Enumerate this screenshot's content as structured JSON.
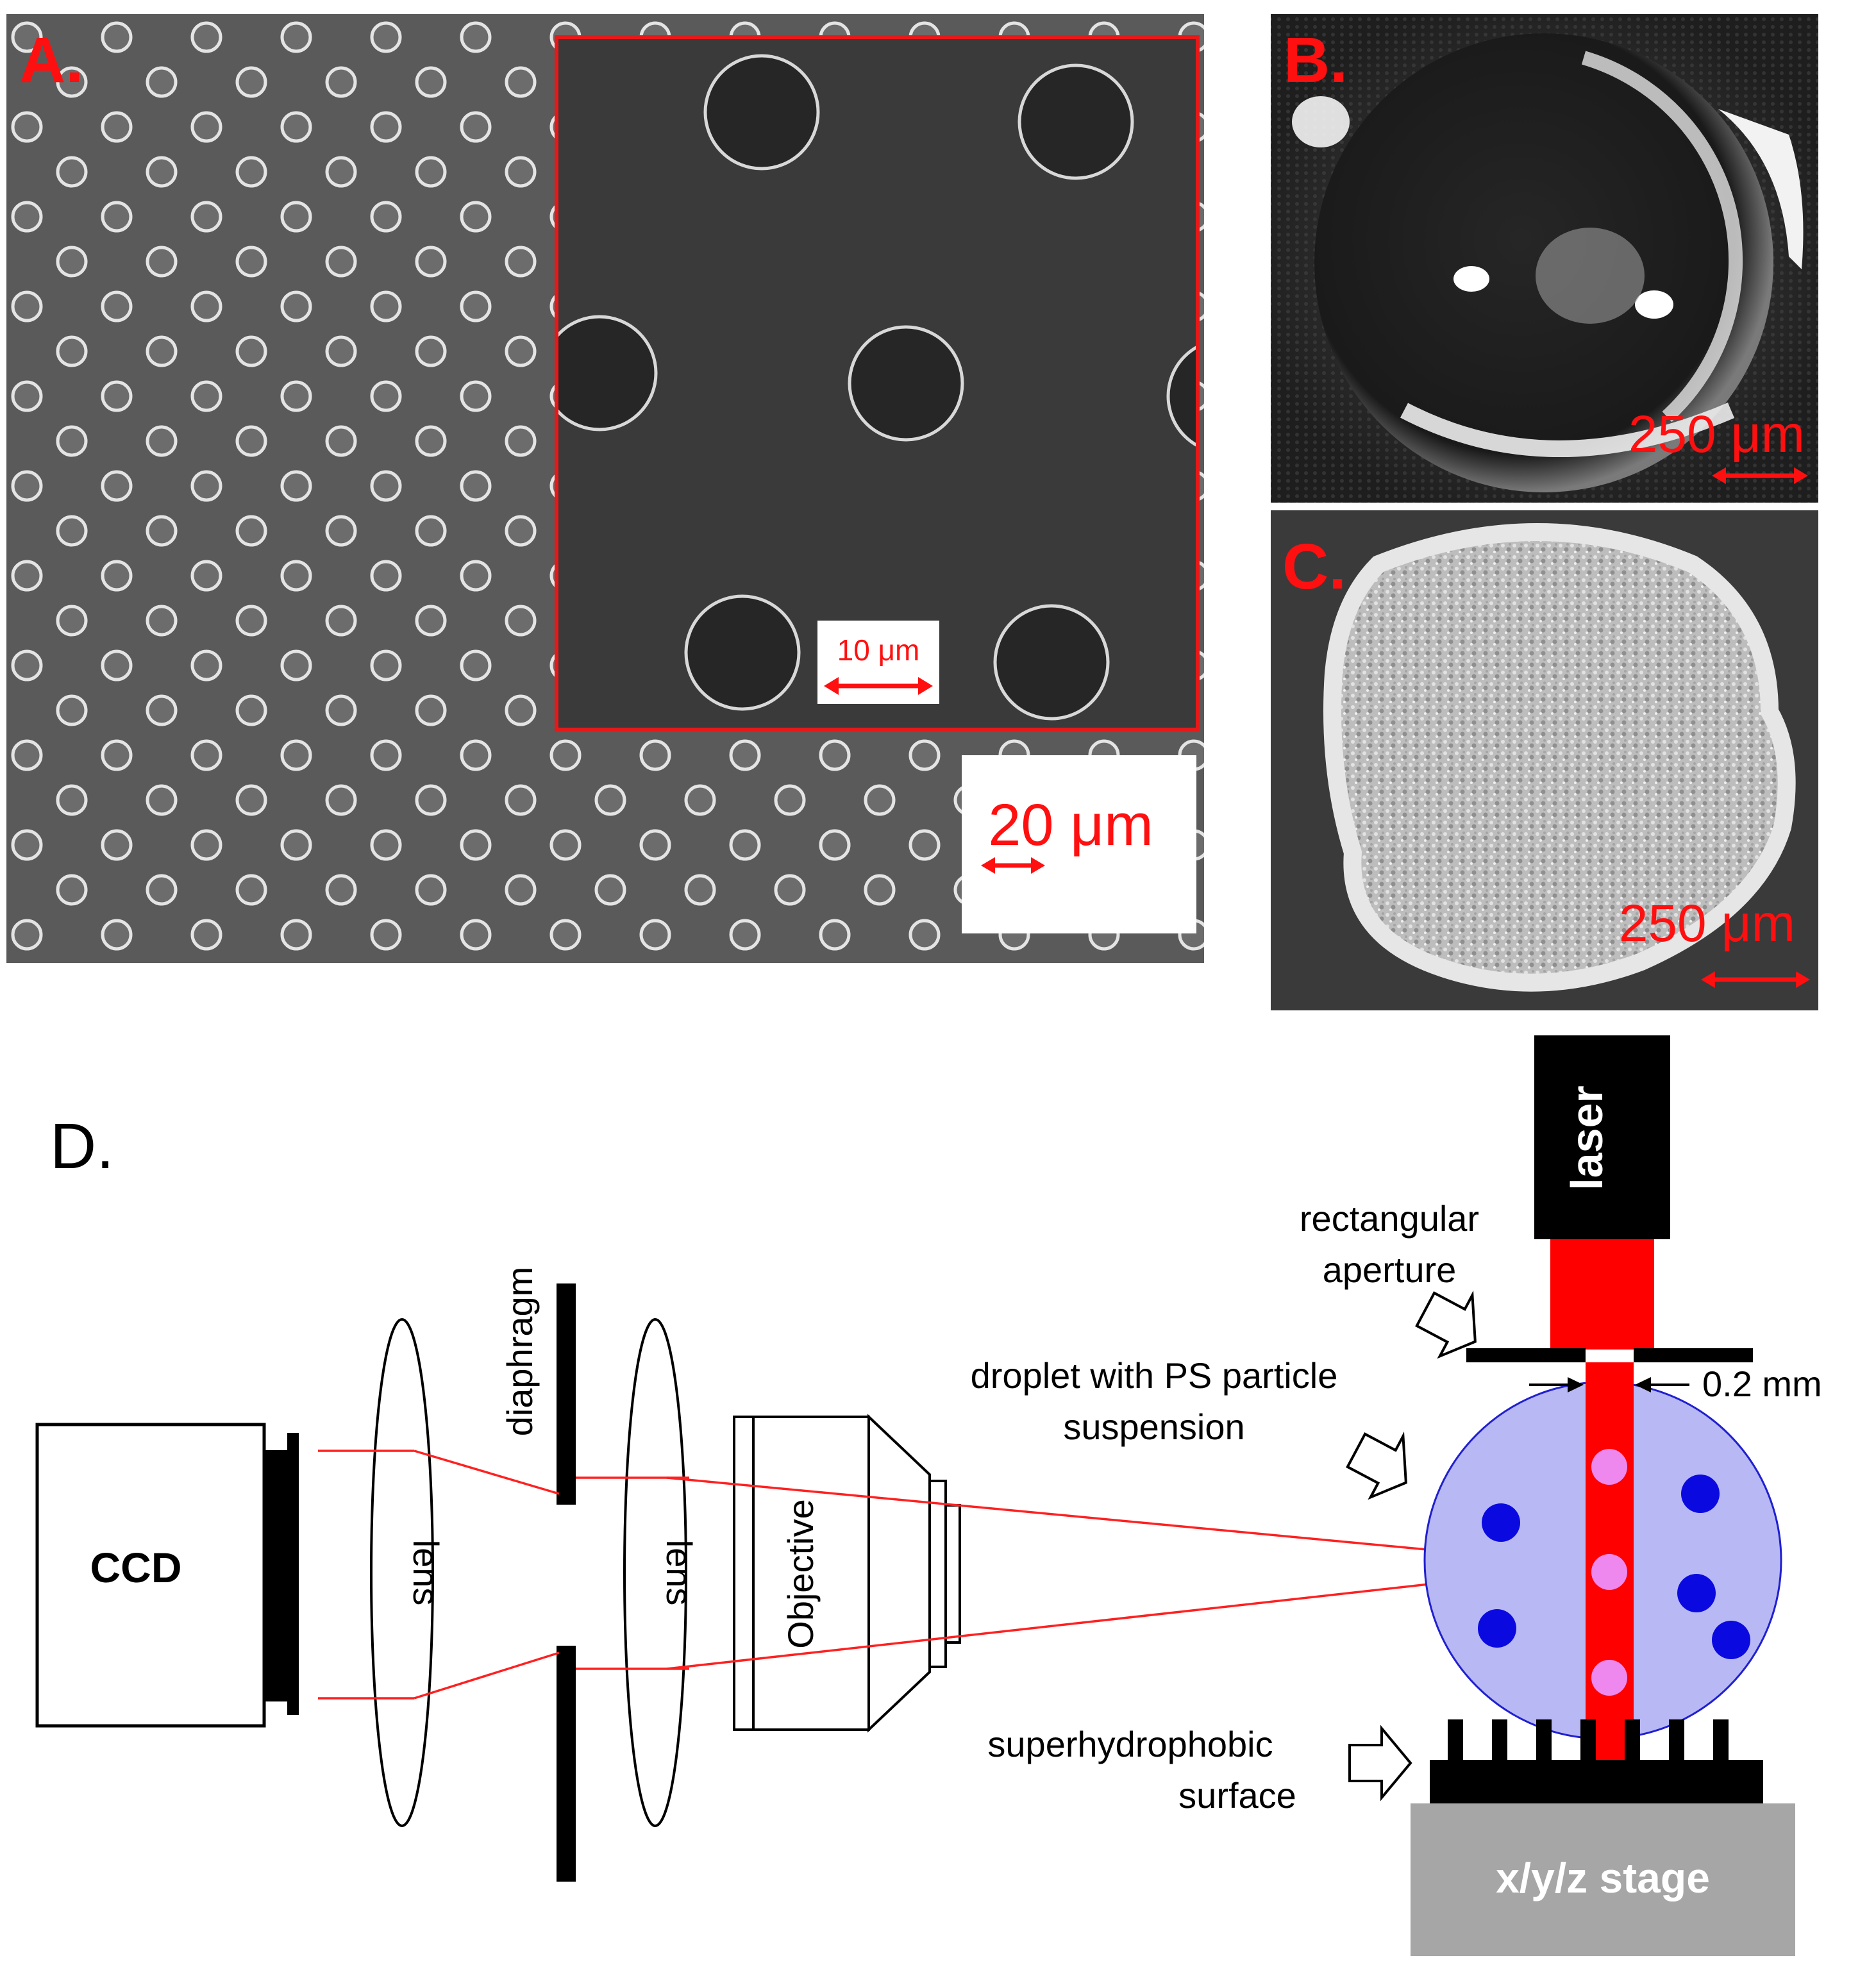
{
  "panels": {
    "a": {
      "letter": "A.",
      "scale_main": "20 μm",
      "scale_inset": "10 μm"
    },
    "b": {
      "letter": "B.",
      "scale": "250 μm"
    },
    "c": {
      "letter": "C.",
      "scale": "250 μm"
    },
    "d": {
      "letter": "D.",
      "labels": {
        "ccd": "CCD",
        "lens1": "lens",
        "lens2": "lens",
        "diaphragm": "diaphragm",
        "objective": "Objective",
        "laser": "laser",
        "aperture_line1": "rectangular",
        "aperture_line2": "aperture",
        "gap": "0.2 mm",
        "droplet_line1": "droplet with PS particle",
        "droplet_line2": "suspension",
        "surface_line1": "superhydrophobic",
        "surface_line2": "surface",
        "stage": "x/y/z stage"
      }
    }
  },
  "colors": {
    "annotation_red": "#ff1010",
    "beam_red": "#ff0000",
    "droplet_fill": "#b8b8f5",
    "droplet_edge": "#2020d0",
    "particle_blue": "#0a0ae0",
    "particle_pink": "#ee88ee",
    "stage_gray": "#a6a6a6",
    "sem_background": "#5a5a5a"
  }
}
